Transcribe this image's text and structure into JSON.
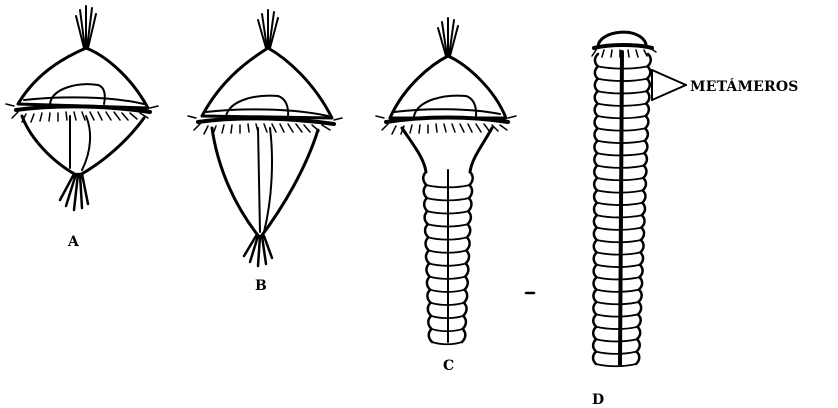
{
  "figures": [
    {
      "id": "A",
      "label": "A"
    },
    {
      "id": "B",
      "label": "B"
    },
    {
      "id": "C",
      "label": "C"
    },
    {
      "id": "D",
      "label": "D"
    }
  ],
  "callout": {
    "label": "METÁMEROS"
  },
  "segments": {
    "C": 13,
    "D": 25
  }
}
